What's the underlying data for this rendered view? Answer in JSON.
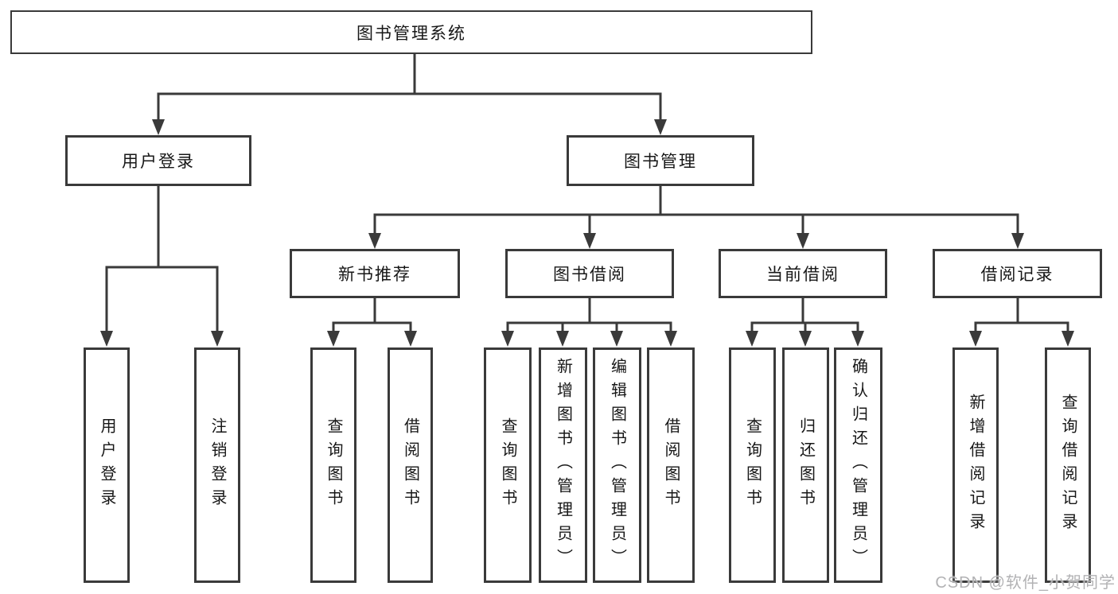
{
  "diagram_title": "图书管理系统",
  "watermark": "CSDN @软件_小贺同学",
  "colors": {
    "line": "#3a3a3a",
    "box_border": "#3a3a3a",
    "text": "#171717",
    "watermark": "#b2b2b4",
    "background": "#ffffff"
  },
  "tree": {
    "label": "图书管理系统",
    "children": [
      {
        "label": "用户登录",
        "children": [
          {
            "label": "用户登录"
          },
          {
            "label": "注销登录"
          }
        ]
      },
      {
        "label": "图书管理",
        "children": [
          {
            "label": "新书推荐",
            "children": [
              {
                "label": "查询图书"
              },
              {
                "label": "借阅图书"
              }
            ]
          },
          {
            "label": "图书借阅",
            "children": [
              {
                "label": "查询图书"
              },
              {
                "label": "新增图书（管理员）"
              },
              {
                "label": "编辑图书（管理员）"
              },
              {
                "label": "借阅图书"
              }
            ]
          },
          {
            "label": "当前借阅",
            "children": [
              {
                "label": "查询图书"
              },
              {
                "label": "归还图书"
              },
              {
                "label": "确认归还（管理员）"
              }
            ]
          },
          {
            "label": "借阅记录",
            "children": [
              {
                "label": "新增借阅记录"
              },
              {
                "label": "查询借阅记录"
              }
            ]
          }
        ]
      }
    ]
  }
}
